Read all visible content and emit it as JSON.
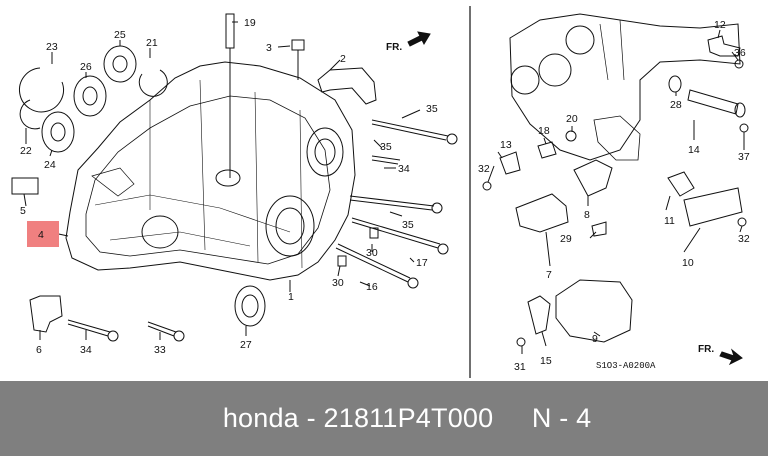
{
  "diagram": {
    "callouts": {
      "c23": "23",
      "c25": "25",
      "c21": "21",
      "c26": "26",
      "c22": "22",
      "c24": "24",
      "c5": "5",
      "c4": "4",
      "c6": "6",
      "c34a": "34",
      "c33": "33",
      "c27": "27",
      "c1": "1",
      "c19": "19",
      "c3": "3",
      "c2": "2",
      "c35a": "35",
      "c35b": "35",
      "c34b": "34",
      "c35c": "35",
      "c17": "17",
      "c30a": "30",
      "c30b": "30",
      "c16": "16",
      "c12": "12",
      "c36": "36",
      "c28": "28",
      "c14": "14",
      "c37": "37",
      "c13": "13",
      "c18": "18",
      "c20": "20",
      "c32a": "32",
      "c8": "8",
      "c29": "29",
      "c7": "7",
      "c11": "11",
      "c32b": "32",
      "c10": "10",
      "c9": "9",
      "c15": "15",
      "c31": "31"
    },
    "front_label_1": "FR.",
    "front_label_2": "FR.",
    "drawing_code": "S1O3-A0200A"
  },
  "caption": {
    "brand": "honda",
    "dash": " - ",
    "part_number": "21811P4T000",
    "gap": "     ",
    "position": "N - 4"
  },
  "colors": {
    "highlight": "#f08080",
    "caption_bg": "#7f7f7f",
    "caption_text": "#ffffff",
    "line": "#111111"
  }
}
